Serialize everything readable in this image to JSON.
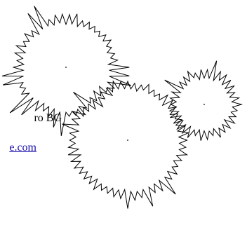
{
  "fragment_text": "ro BG",
  "fragment_link": "e.com",
  "colors": {
    "stroke": "#000000",
    "fill": "#ffffff",
    "link": "#1a0dab"
  },
  "shapes": [
    {
      "name": "spiky-circle-top-left"
    },
    {
      "name": "spiky-circle-bottom-center"
    },
    {
      "name": "spiky-circle-right"
    }
  ]
}
